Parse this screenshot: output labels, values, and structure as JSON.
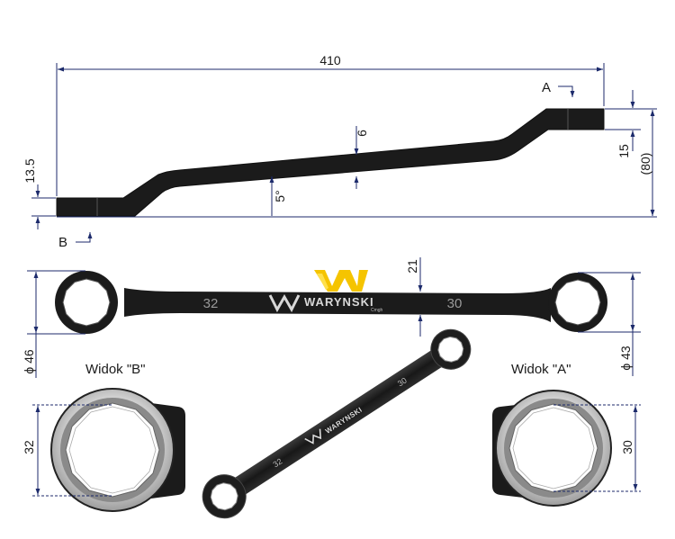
{
  "dimensions": {
    "overall_length": "410",
    "offset_height": "13.5",
    "thickness_mid": "6",
    "angle": "5°",
    "thickness_end": "15",
    "total_height": "(80)",
    "shank_width": "21",
    "diameter_left": "ϕ 46",
    "diameter_right": "ϕ 43",
    "size_b": "32",
    "size_a": "30"
  },
  "view_markers": {
    "a": "A",
    "b": "B"
  },
  "views": {
    "b_title": "Widok \"B\"",
    "a_title": "Widok \"A\""
  },
  "stamps": {
    "left_size": "32",
    "right_size": "30"
  },
  "brand": {
    "name": "WARYNSKI",
    "sub": "Cmgh",
    "colors": {
      "logo_yellow": "#f5c400",
      "steel": "#1b1b1b",
      "ring_fill": "#c8c8c8"
    }
  }
}
